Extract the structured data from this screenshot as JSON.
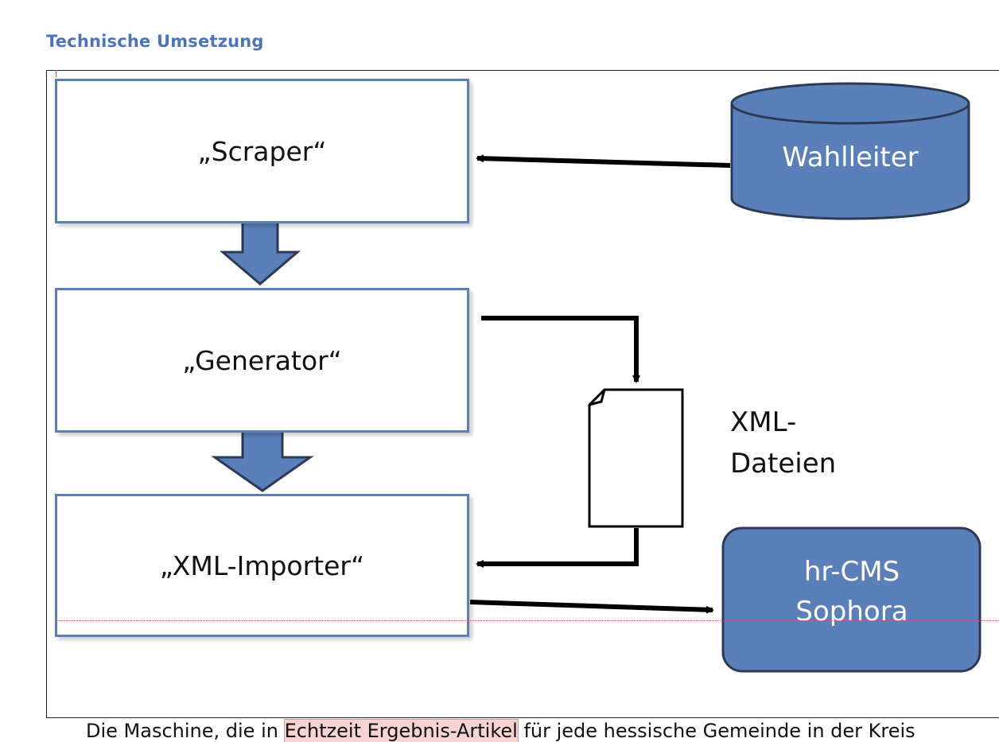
{
  "heading": "Technische Umsetzung",
  "boxes": {
    "scraper": "„Scraper“",
    "generator": "„Generator“",
    "importer": "„XML-Importer“"
  },
  "database": {
    "label": "Wahlleiter"
  },
  "files": {
    "line1": "XML-",
    "line2": "Dateien"
  },
  "cms": {
    "line1": "hr-CMS",
    "line2": "Sophora"
  },
  "caption": {
    "before": "Die Maschine, die in ",
    "highlight": "Echtzeit Ergebnis-Artikel",
    "after": " für jede hessische Gemeinde in der Kreis"
  },
  "colors": {
    "heading": "#4f74b6",
    "box_border": "#5b7fb9",
    "shape_fill": "#5b7fb9",
    "shape_stroke": "#2b3b56"
  }
}
